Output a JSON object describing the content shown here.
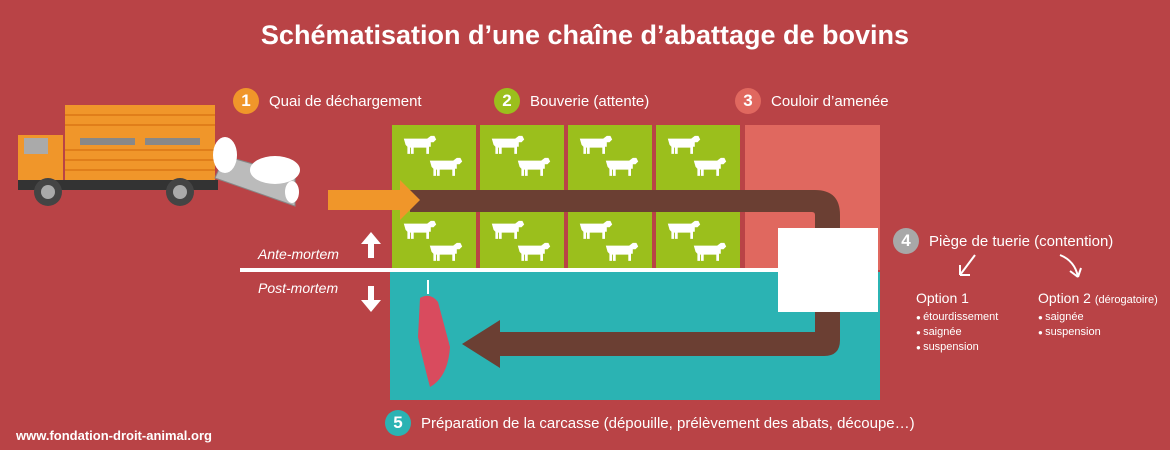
{
  "title": "Schématisation d’une chaîne d’abattage de bovins",
  "steps": [
    {
      "num": "1",
      "label": "Quai de déchargement",
      "color": "#f0962a"
    },
    {
      "num": "2",
      "label": "Bouverie (attente)",
      "color": "#9bbf1c"
    },
    {
      "num": "3",
      "label": "Couloir d’amenée",
      "color": "#e0685f"
    },
    {
      "num": "4",
      "label": "Piège de tuerie (contention)",
      "color": "#a8a8a8"
    },
    {
      "num": "5",
      "label": "Préparation de la carcasse (dépouille, prélèvement des abats, découpe…)",
      "color": "#2bb3b3"
    }
  ],
  "ante": "Ante-mortem",
  "post": "Post-mortem",
  "options": [
    {
      "title": "Option 1",
      "note": "",
      "items": [
        "étourdissement",
        "saignée",
        "suspension"
      ]
    },
    {
      "title": "Option 2",
      "note": "(dérogatoire)",
      "items": [
        "saignée",
        "suspension"
      ]
    }
  ],
  "footer": "www.fondation-droit-animal.org"
}
